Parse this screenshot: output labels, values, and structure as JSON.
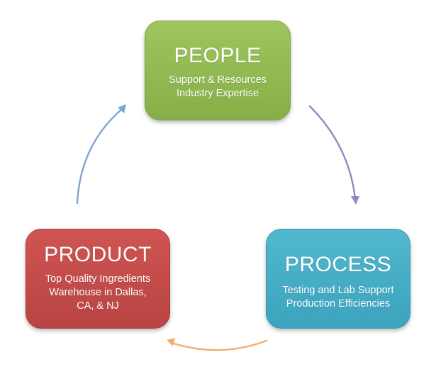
{
  "nodes": {
    "people": {
      "title": "PEOPLE",
      "lines": [
        "Support & Resources",
        "Industry Expertise"
      ],
      "color": "#94bb52"
    },
    "process": {
      "title": "PROCESS",
      "lines": [
        "Testing and Lab Support",
        "Production Efficiencies"
      ],
      "color": "#47adc6"
    },
    "product": {
      "title": "PRODUCT",
      "lines": [
        "Top Quality Ingredients",
        "Warehouse in Dallas,",
        "CA, & NJ"
      ],
      "color": "#c34c4a"
    }
  },
  "arrows": [
    {
      "from": "people",
      "to": "process",
      "color": "#9b84bf"
    },
    {
      "from": "process",
      "to": "product",
      "color": "#f4ae6c"
    },
    {
      "from": "product",
      "to": "people",
      "color": "#7ea6d2"
    }
  ]
}
